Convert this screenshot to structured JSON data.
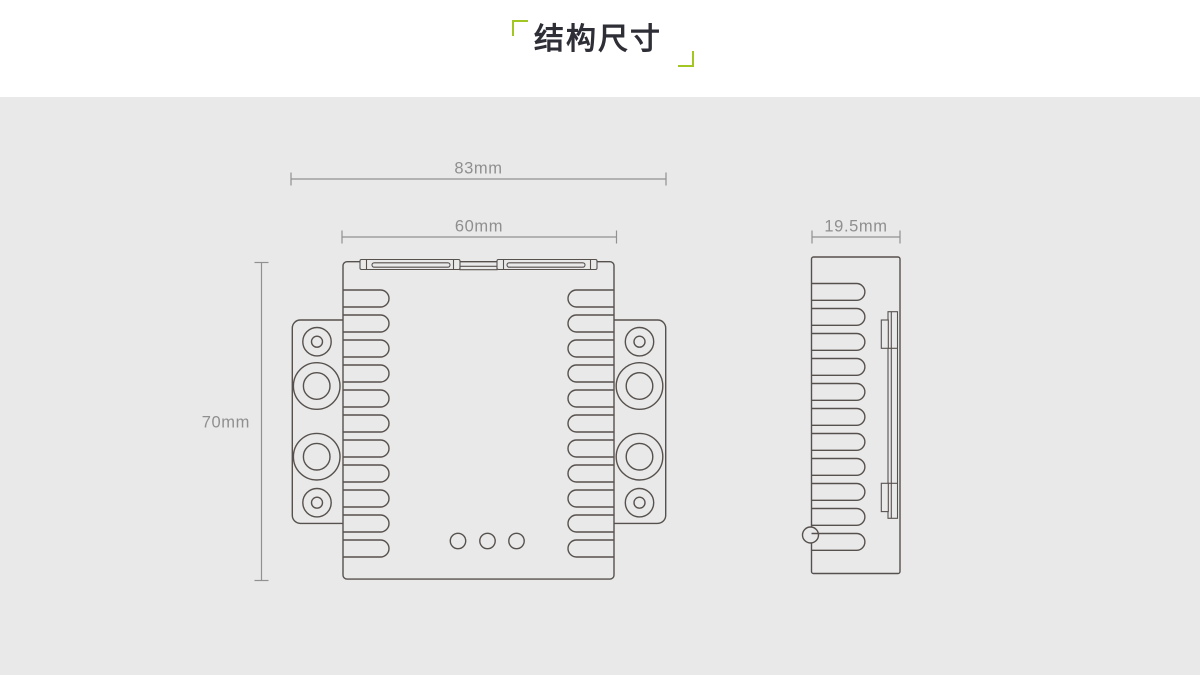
{
  "header": {
    "title": "结构尺寸",
    "accent_color": "#a3c722",
    "title_color": "#2e2e36"
  },
  "page": {
    "header_background": "#ffffff",
    "canvas_background": "#e9e9e9"
  },
  "diagram": {
    "line_color": "#57514e",
    "dimension_color": "#8f8f8f",
    "front_view": {
      "width_outer_label": "83mm",
      "width_body_label": "60mm",
      "height_label": "70mm"
    },
    "side_view": {
      "depth_label": "19.5mm"
    }
  }
}
